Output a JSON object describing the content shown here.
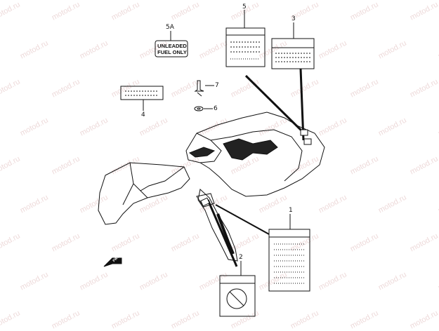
{
  "watermark_text": "motod.ru",
  "callouts": {
    "c1": "1",
    "c2": "2",
    "c3": "3",
    "c4": "4",
    "c5": "5",
    "c5a": "5A",
    "c6": "6",
    "c7": "7"
  },
  "fuel_label": {
    "line1": "UNLEADED",
    "line2": "FUEL ONLY"
  },
  "direction_arrow": "FWD",
  "colors": {
    "line": "#111111",
    "watermark": "#c88a8a"
  }
}
